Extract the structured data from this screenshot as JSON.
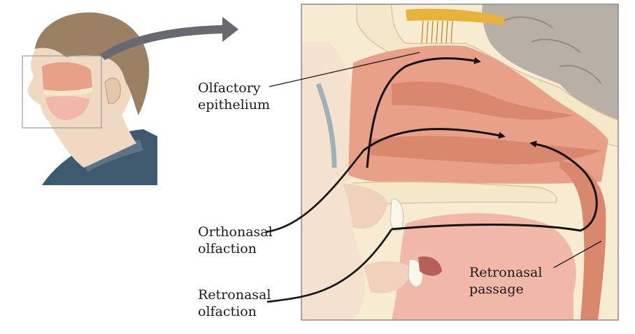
{
  "labels": {
    "olfactory_epithelium": [
      "Olfactory",
      "epithelium"
    ],
    "orthonasal_olfaction": [
      "Orthonasal",
      "olfaction"
    ],
    "retronasal_olfaction": [
      "Retronasal",
      "olfaction"
    ],
    "retronasal_passage": [
      "Retronasal",
      "passage"
    ]
  },
  "colors": {
    "panel_border": "#8a8a8a",
    "tissue_pink": "#e9a089",
    "tissue_salmon": "#d9876d",
    "bone_cream": "#f4e8c8",
    "brain_gray": "#b8b0a6",
    "bulb_gold": "#e8b13a",
    "skin": "#efd9c2",
    "hair": "#9c8064",
    "shirt": "#3f5a6e",
    "arrow_gray": "#666a70",
    "leader_line": "#1a1a1a"
  }
}
